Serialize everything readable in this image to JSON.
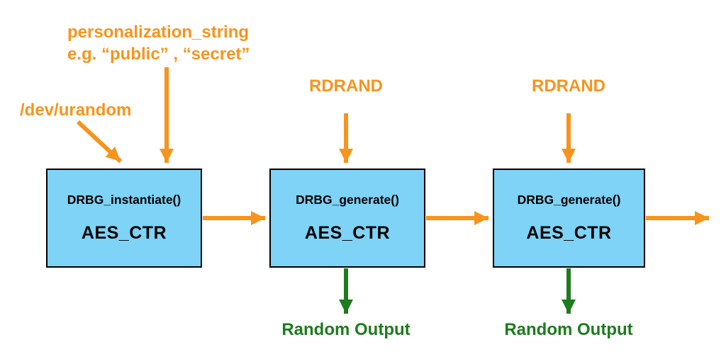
{
  "colors": {
    "orange": "#F7941D",
    "green": "#1E7B1E",
    "box_fill": "#7ED3F7",
    "box_border": "#000000",
    "text": "#000000",
    "background": "#FFFFFF"
  },
  "inputs": {
    "personalization": {
      "line1": "personalization_string",
      "line2": "e.g. “public” , “secret”"
    },
    "urandom": "/dev/urandom",
    "rdrand_1": "RDRAND",
    "rdrand_2": "RDRAND"
  },
  "boxes": [
    {
      "function": "DRBG_instantiate()",
      "algorithm": "AES_CTR"
    },
    {
      "function": "DRBG_generate()",
      "algorithm": "AES_CTR"
    },
    {
      "function": "DRBG_generate()",
      "algorithm": "AES_CTR"
    }
  ],
  "outputs": {
    "output_1": "Random Output",
    "output_2": "Random Output"
  }
}
